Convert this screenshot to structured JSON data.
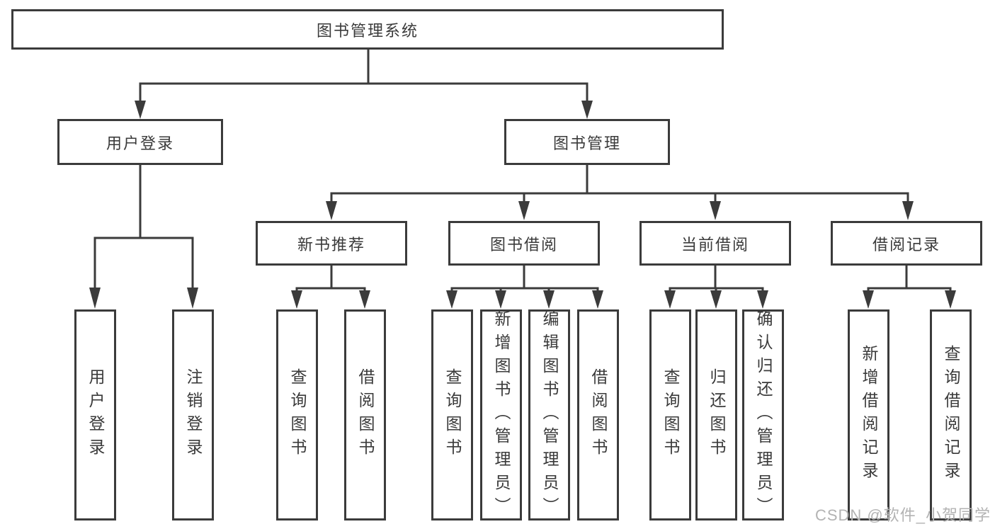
{
  "diagram": {
    "root": {
      "label": "图书管理系统"
    },
    "branches": [
      {
        "label": "用户登录",
        "children": [
          {
            "label": "用户登录"
          },
          {
            "label": "注销登录"
          }
        ]
      },
      {
        "label": "图书管理",
        "children": [
          {
            "label": "新书推荐",
            "children": [
              {
                "label": "查询图书"
              },
              {
                "label": "借阅图书"
              }
            ]
          },
          {
            "label": "图书借阅",
            "children": [
              {
                "label": "查询图书"
              },
              {
                "label": "新增图书（管理员）"
              },
              {
                "label": "编辑图书（管理员）"
              },
              {
                "label": "借阅图书"
              }
            ]
          },
          {
            "label": "当前借阅",
            "children": [
              {
                "label": "查询图书"
              },
              {
                "label": "归还图书"
              },
              {
                "label": "确认归还（管理员）"
              }
            ]
          },
          {
            "label": "借阅记录",
            "children": [
              {
                "label": "新增借阅记录"
              },
              {
                "label": "查询借阅记录"
              }
            ]
          }
        ]
      }
    ]
  },
  "watermark": {
    "text": "CSDN @软件_小贺同学"
  },
  "colors": {
    "line": "#3b3b3b",
    "text": "#3a3a3a",
    "background": "#ffffff",
    "watermark": "#b3b3b3"
  }
}
